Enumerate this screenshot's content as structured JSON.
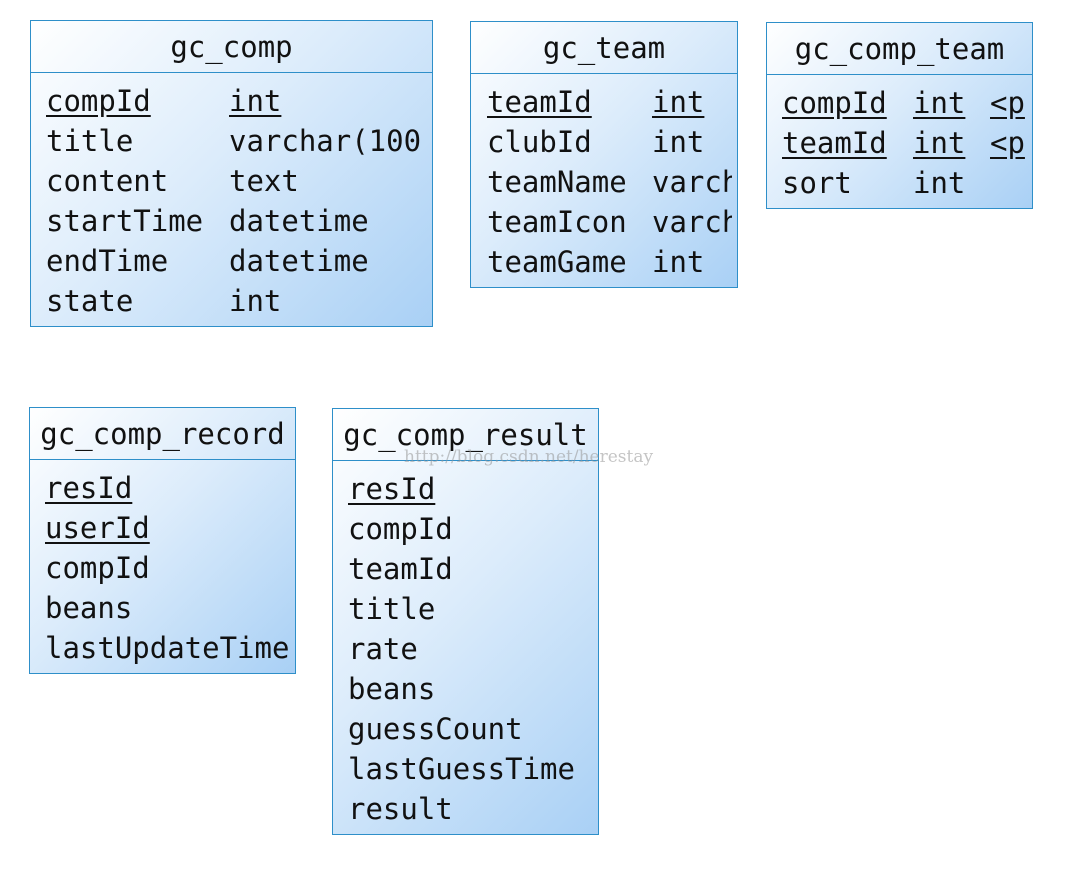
{
  "watermark": "http://blog.csdn.net/herestay",
  "entities": {
    "gc_comp": {
      "name": "gc_comp",
      "fields": [
        {
          "name": "compId",
          "type": "int"
        },
        {
          "name": "title",
          "type": "varchar(100"
        },
        {
          "name": "content",
          "type": "text"
        },
        {
          "name": "startTime",
          "type": "datetime"
        },
        {
          "name": "endTime",
          "type": "datetime"
        },
        {
          "name": "state",
          "type": "int"
        }
      ]
    },
    "gc_team": {
      "name": "gc_team",
      "fields": [
        {
          "name": "teamId",
          "type": "int"
        },
        {
          "name": "clubId",
          "type": "int"
        },
        {
          "name": "teamName",
          "type": "varch"
        },
        {
          "name": "teamIcon",
          "type": "varch"
        },
        {
          "name": "teamGame",
          "type": "int"
        }
      ]
    },
    "gc_comp_team": {
      "name": "gc_comp_team",
      "fields": [
        {
          "name": "compId",
          "type": "int",
          "key": "<p"
        },
        {
          "name": "teamId",
          "type": "int",
          "key": "<p"
        },
        {
          "name": "sort",
          "type": "int",
          "key": ""
        }
      ]
    },
    "gc_comp_record": {
      "name": "gc_comp_record",
      "fields": [
        {
          "name": "resId"
        },
        {
          "name": "userId"
        },
        {
          "name": "compId"
        },
        {
          "name": "beans"
        },
        {
          "name": "lastUpdateTime"
        }
      ]
    },
    "gc_comp_result": {
      "name": "gc_comp_result",
      "fields": [
        {
          "name": "resId"
        },
        {
          "name": "compId"
        },
        {
          "name": "teamId"
        },
        {
          "name": "title"
        },
        {
          "name": "rate"
        },
        {
          "name": "beans"
        },
        {
          "name": "guessCount"
        },
        {
          "name": "lastGuessTime"
        },
        {
          "name": "result"
        }
      ]
    }
  }
}
